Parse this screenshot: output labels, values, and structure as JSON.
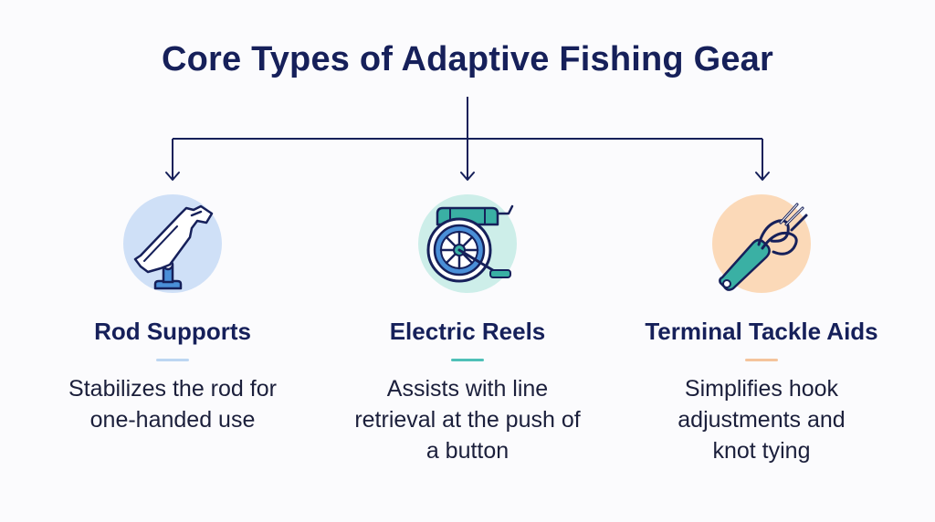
{
  "title": "Core Types of Adaptive Fishing Gear",
  "colors": {
    "navy": "#16205a",
    "blue_circle": "#cfe0f7",
    "teal_circle": "#cdeee9",
    "peach_circle": "#fbd9b8",
    "accent_blue": "#bcd6f2",
    "accent_teal": "#4fc0b8",
    "accent_peach": "#f4c49c",
    "icon_blue": "#4a8fd8",
    "icon_teal": "#3ab0a4"
  },
  "items": [
    {
      "title": "Rod Supports",
      "description": "Stabilizes the rod for one-handed use",
      "icon": "rod-holder-icon"
    },
    {
      "title": "Electric Reels",
      "description": "Assists with line retrieval at the push of a button",
      "icon": "electric-reel-icon"
    },
    {
      "title": "Terminal Tackle Aids",
      "description": "Simplifies hook adjustments and knot tying",
      "icon": "knot-tool-icon"
    }
  ]
}
